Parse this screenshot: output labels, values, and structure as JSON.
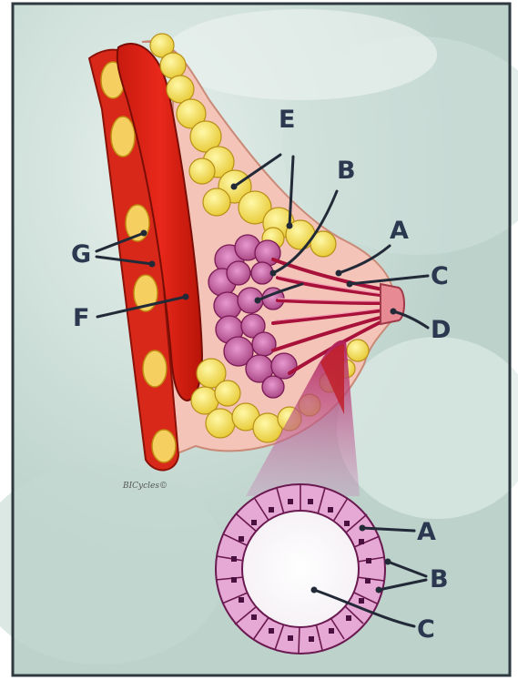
{
  "diagram": {
    "signature": "BICycles©",
    "breast_labels": {
      "A": "A",
      "B": "B",
      "C": "C",
      "D": "D",
      "E": "E",
      "F": "F",
      "G": "G"
    },
    "inset_labels": {
      "A": "A",
      "B": "B",
      "C": "C"
    }
  }
}
